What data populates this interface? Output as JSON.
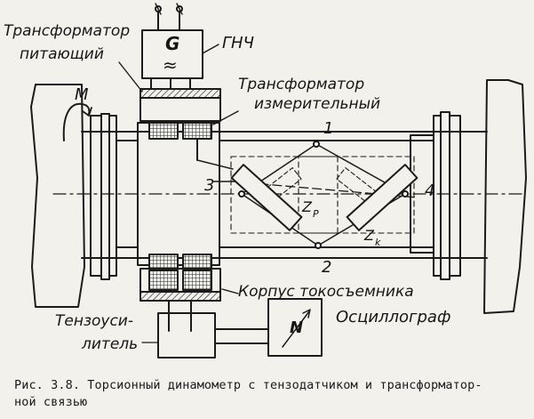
{
  "labels": {
    "supply_transformer_line1": "Трансформатор",
    "supply_transformer_line2": "питающий",
    "generator_letter": "G",
    "generator_symbol": "≈",
    "generator_name": "ГНЧ",
    "torque": "M",
    "measuring_transformer_line1": "Трансформатор",
    "measuring_transformer_line2": "измерительный",
    "point_1": "1",
    "point_2": "2",
    "point_3": "3",
    "point_4": "4",
    "gauge_zp_main": "Z",
    "gauge_zp_sub": "P",
    "gauge_zk_main": "Z",
    "gauge_zk_sub": "k",
    "collector_housing": "Корпус токосъемника",
    "amplifier_line1": "Тензоуси-",
    "amplifier_line2": "литель",
    "oscillograph_symbol": "N",
    "oscillograph": "Осциллограф"
  },
  "caption": {
    "line1": "Рис. 3.8. Торсионный динамометр с тензодатчиком и трансформатор-",
    "line2": "ной связью"
  }
}
